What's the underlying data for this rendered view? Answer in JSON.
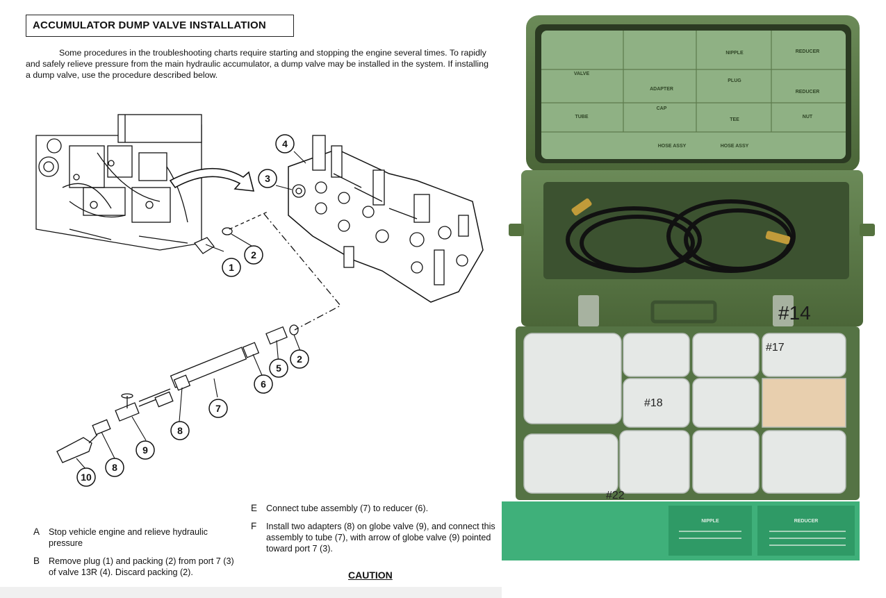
{
  "document": {
    "title": "ACCUMULATOR DUMP VALVE INSTALLATION",
    "intro": "Some procedures in the troubleshooting charts require starting and stopping the engine several times. To rapidly and safely relieve pressure from the main hydraulic accumulator, a dump valve may be installed in the system. If installing a dump valve, use the procedure described below.",
    "callouts": [
      "1",
      "2",
      "3",
      "4",
      "2",
      "5",
      "6",
      "7",
      "8",
      "9",
      "8",
      "10"
    ],
    "steps_left": [
      {
        "letter": "A",
        "text": "Stop vehicle engine and relieve hydraulic pressure"
      },
      {
        "letter": "B",
        "text": "Remove plug (1) and packing (2) from port 7 (3) of valve 13R (4). Discard packing (2)."
      }
    ],
    "steps_right": [
      {
        "letter": "E",
        "text": "Connect tube assembly (7) to reducer (6)."
      },
      {
        "letter": "F",
        "text": "Install two adapters (8) on globe valve (9), and connect this assembly to tube (7), with arrow of globe valve (9) pointed toward port 7 (3)."
      }
    ],
    "caution": "CAUTION"
  },
  "photo": {
    "lid_chart": {
      "headers": [
        "NIPPLE",
        "REDUCER",
        "ADAPTER",
        "PLUG",
        "REDUCER",
        "TUBE",
        "CAP",
        "TEE",
        "NUT"
      ],
      "left_labels": [
        "VALVE"
      ],
      "bottom_labels": [
        "HOSE ASSY",
        "HOSE ASSY"
      ]
    },
    "handwritten": [
      "#14",
      "#22",
      "#18",
      "#17"
    ],
    "tray_labels": [
      "NIPPLE",
      "REDUCER"
    ],
    "colors": {
      "case_green": "#5d7a4c",
      "lid_panel": "#8fb184",
      "tray_panel": "#3fb07a"
    }
  }
}
